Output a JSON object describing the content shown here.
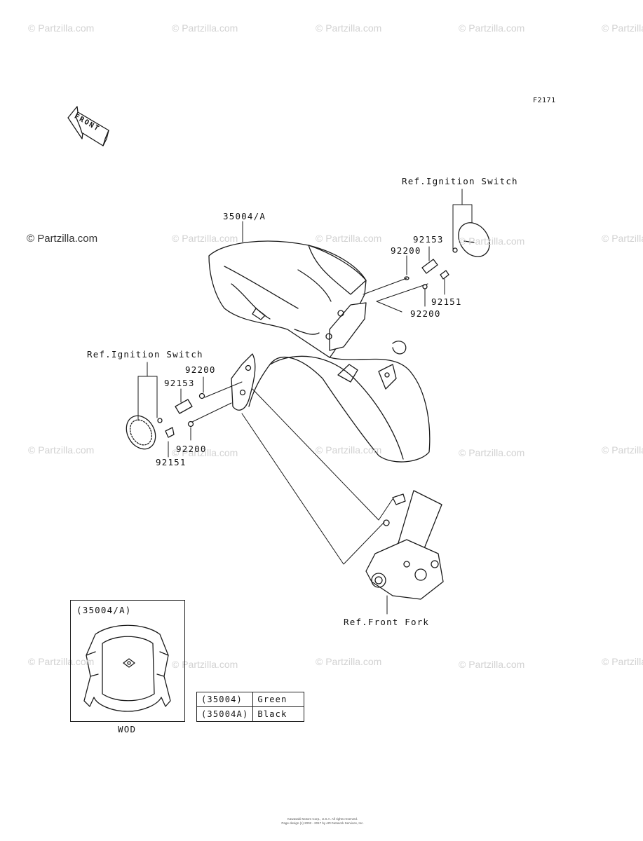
{
  "figure_code": "F2171",
  "front_arrow_label": "FRONT",
  "callouts": {
    "fender": "35004/A",
    "ref_ignition_right": "Ref.Ignition Switch",
    "ref_ignition_left": "Ref.Ignition Switch",
    "ref_front_fork": "Ref.Front Fork",
    "r_92153": "92153",
    "r_92200_top": "92200",
    "r_92151": "92151",
    "r_92200_bottom": "92200",
    "l_92200_top": "92200",
    "l_92153": "92153",
    "l_92200_bottom": "92200",
    "l_92151": "92151"
  },
  "variant_box": {
    "title": "(35004/A)",
    "caption": "WOD"
  },
  "color_table": [
    {
      "code": "(35004)",
      "color": "Green"
    },
    {
      "code": "(35004A)",
      "color": "Black"
    }
  ],
  "watermark": "© Partzilla.com",
  "footer": {
    "line1": "Kawasaki Motors Corp., U.S.A. All rights reserved.",
    "line2": "Page design (c) 2002 - 2017 by ARI Network Services, Inc."
  }
}
